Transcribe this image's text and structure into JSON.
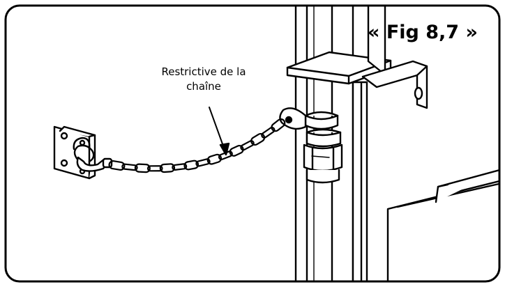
{
  "figure": {
    "label": "« Fig 8,7 »",
    "callout_line1": "Restrictive de la",
    "callout_line2": "chaîne"
  },
  "colors": {
    "line": "#000000",
    "background": "#ffffff"
  }
}
